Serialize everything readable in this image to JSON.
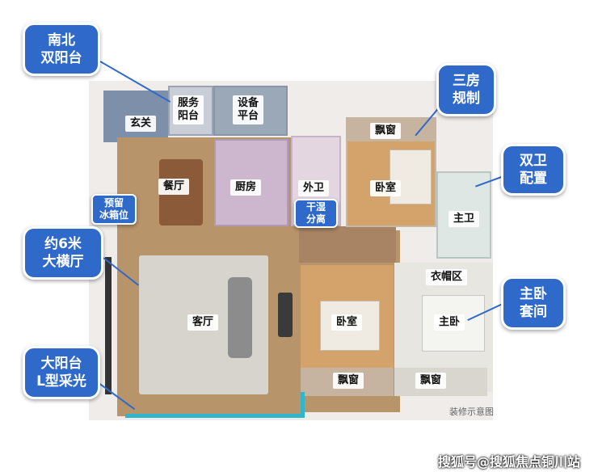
{
  "rooms": {
    "entry": "玄关",
    "service_balcony": "服务\n阳台",
    "equipment": "设备\n平台",
    "dining": "餐厅",
    "kitchen": "厨房",
    "ext_bath": "外卫",
    "bay_window_top": "飘窗",
    "bedroom_top": "卧室",
    "main_bath": "主卫",
    "cloak": "衣帽区",
    "living": "客厅",
    "bedroom_mid": "卧室",
    "master": "主卧",
    "bay_window_left": "飘窗",
    "bay_window_right": "飘窗"
  },
  "callouts": {
    "north_south": "南北\n双阳台",
    "three_rooms": "三房\n规制",
    "two_baths": "双卫\n配置",
    "fridge": "预留\n冰箱位",
    "dry_wet": "干湿\n分离",
    "hall": "约6米\n大横厅",
    "master_suite": "主卧\n套间",
    "balcony": "大阳台\nL型采光"
  },
  "caption": "装修示意图",
  "watermark": "搜狐号@搜狐焦点铜川站",
  "colors": {
    "callout": "#2f69c9",
    "wood": "#b8946a",
    "kitchen": "#cdb7cf",
    "bath": "#e3d6e0",
    "teal": "#2fb6cc"
  }
}
